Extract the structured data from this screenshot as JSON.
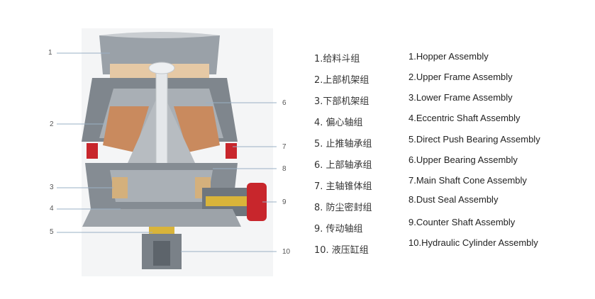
{
  "callouts": [
    "1",
    "2",
    "3",
    "4",
    "5",
    "6",
    "7",
    "8",
    "9",
    "10"
  ],
  "legend_cn": [
    "1.给料斗组",
    "2.上部机架组",
    "3.下部机架组",
    "4. 偏心轴组",
    "5. 止推轴承组",
    "6. 上部轴承组",
    "7. 主轴锥体组",
    "8. 防尘密封组",
    "9. 传动轴组",
    "10. 液压缸组"
  ],
  "legend_en": [
    "1.Hopper Assembly",
    "2.Upper Frame Assembly",
    "3.Lower Frame Assembly",
    "4.Eccentric Shaft Assembly",
    "5.Direct Push Bearing Assembly",
    "6.Upper Bearing Assembly",
    "7.Main Shaft Cone Assembly",
    "8.Dust Seal Assembly",
    "9.Counter Shaft Assembly",
    "10.Hydraulic Cylinder Assembly"
  ],
  "colors": {
    "steel": "#8f959c",
    "steel_light": "#d7dbdf",
    "steel_dark": "#5d646b",
    "copper": "#c98a5e",
    "red": "#c8262c",
    "yellow": "#d9b43a",
    "leader": "#9ab0c4"
  }
}
